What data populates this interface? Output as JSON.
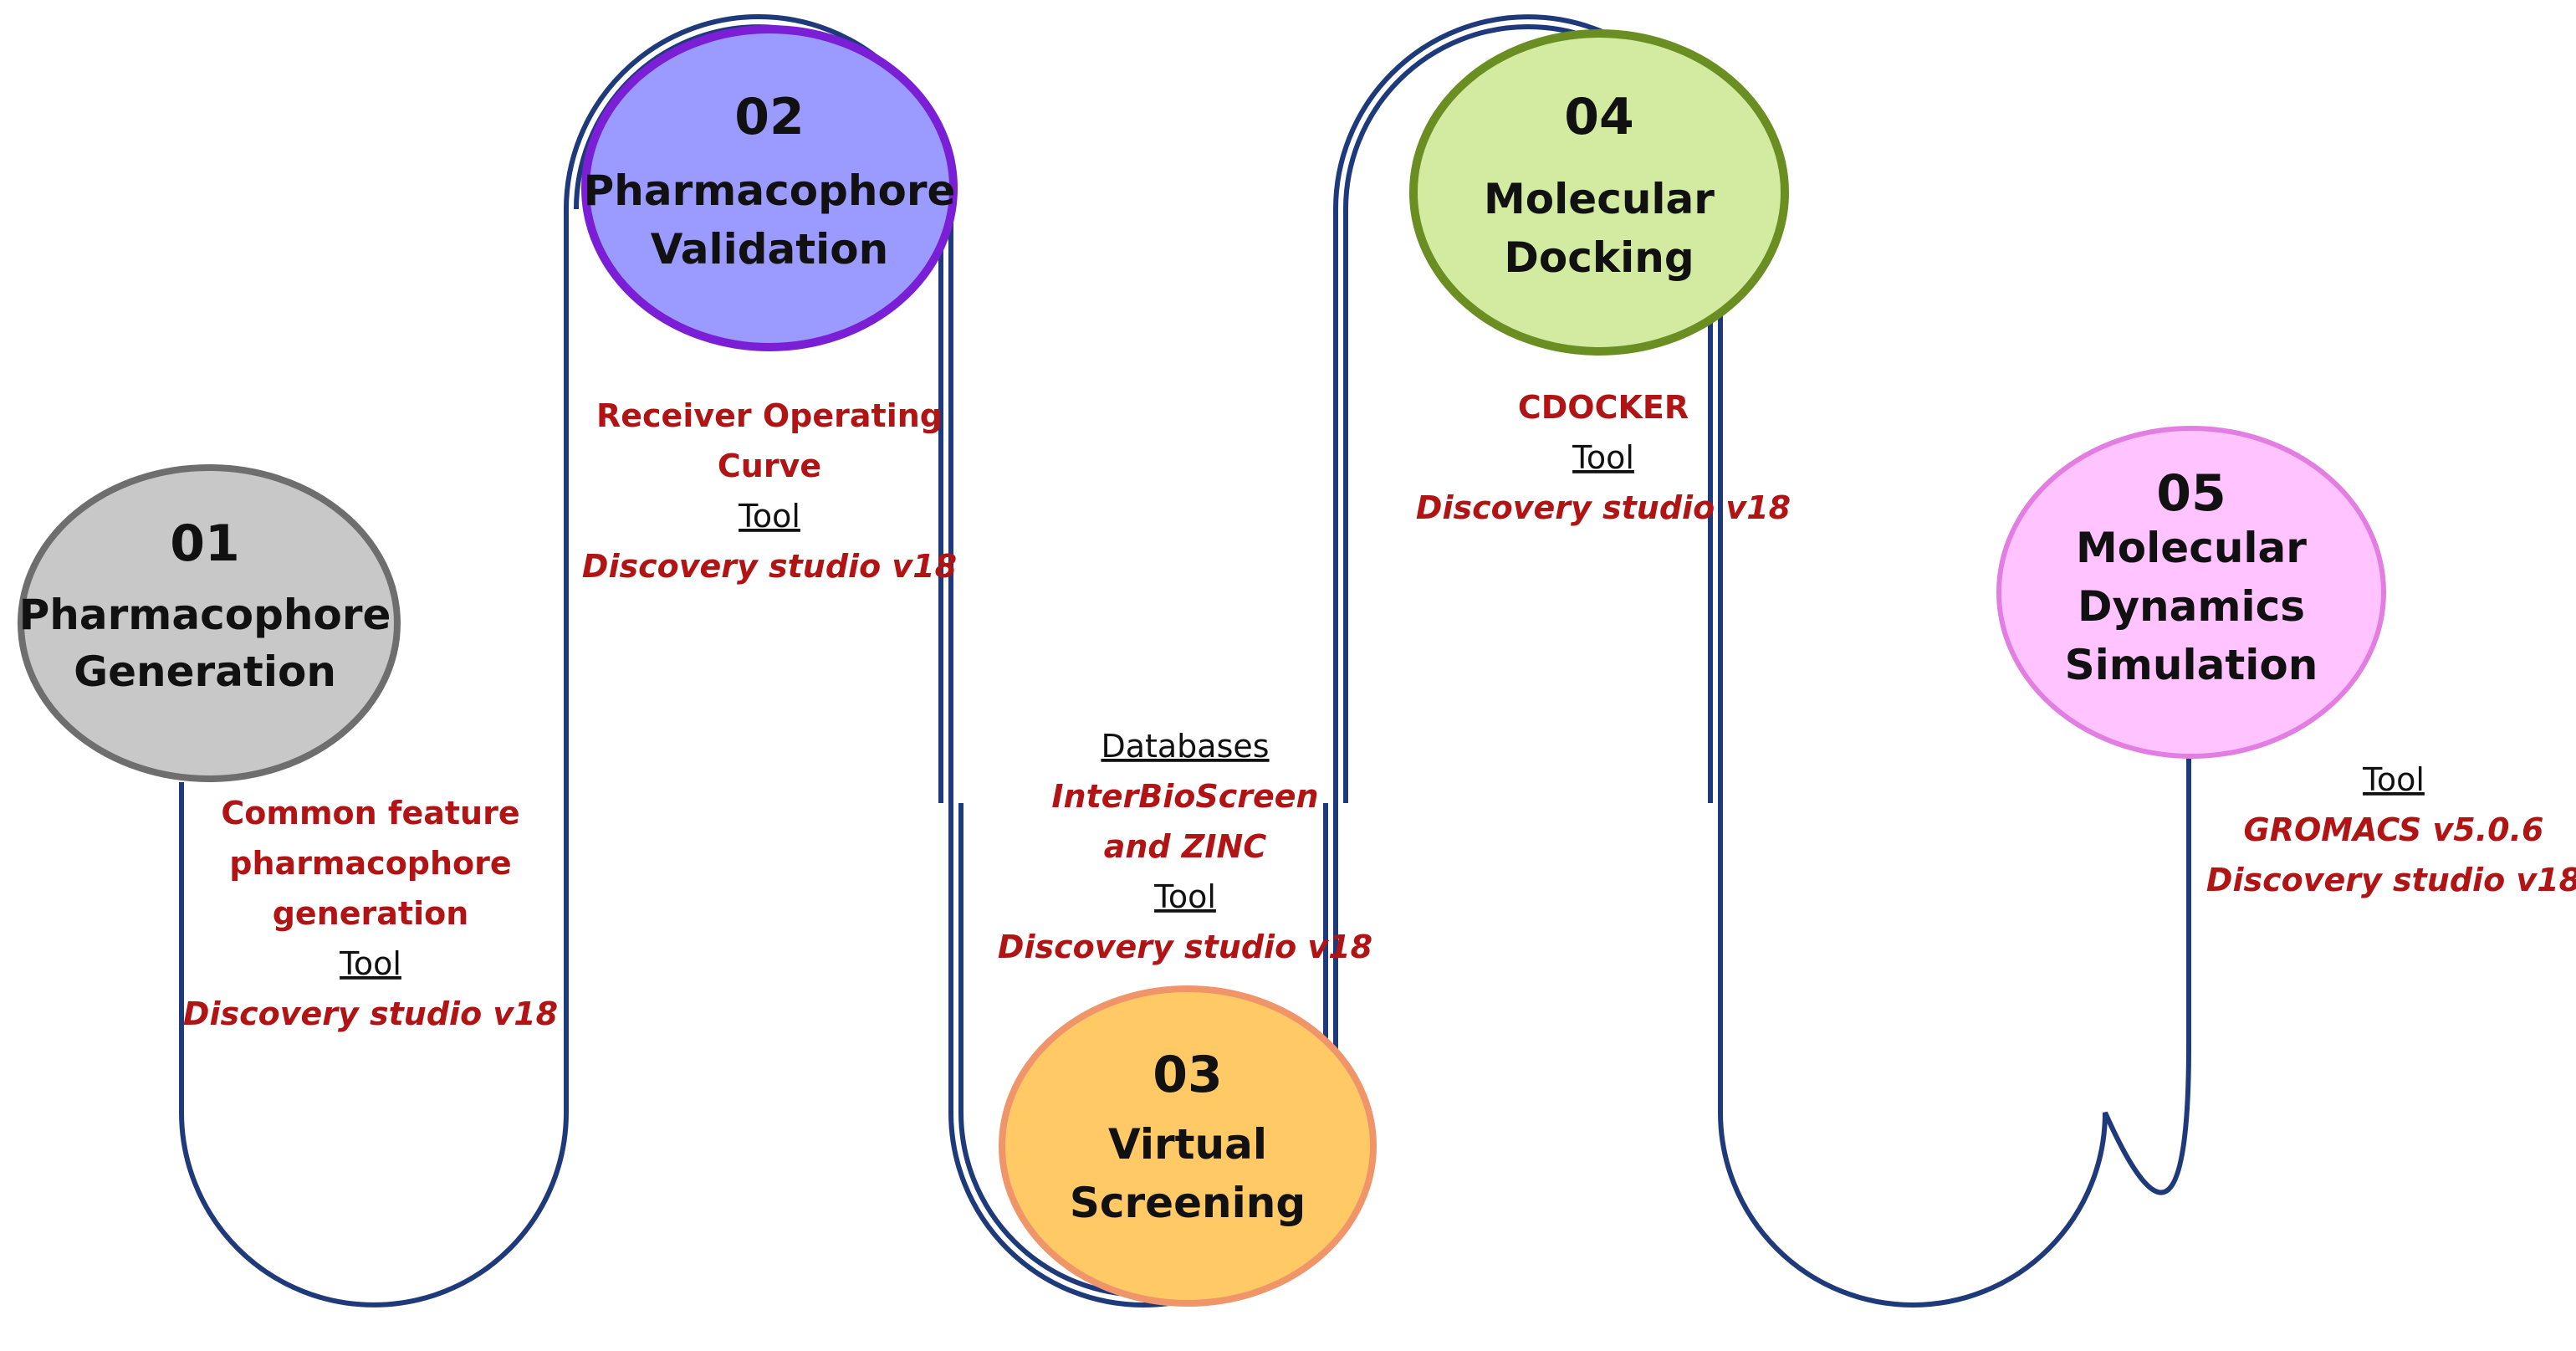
{
  "stages": [
    {
      "number": "01",
      "title_lines": [
        "Pharmacophore",
        "Generation"
      ],
      "fill": "#c8c8c8",
      "stroke": "#6e6e6e",
      "method_lines": [
        "Common feature",
        "pharmacophore",
        "generation"
      ],
      "tool_label": "Tool",
      "tool_lines": [
        "Discovery studio v18"
      ]
    },
    {
      "number": "02",
      "title_lines": [
        "Pharmacophore",
        "Validation"
      ],
      "fill": "#9b9bff",
      "stroke": "#7a1fd6",
      "method_lines": [
        "Receiver Operating",
        "Curve"
      ],
      "tool_label": "Tool",
      "tool_lines": [
        "Discovery studio v18"
      ]
    },
    {
      "number": "03",
      "title_lines": [
        "Virtual",
        "Screening"
      ],
      "fill": "#ffc966",
      "stroke": "#f0956a",
      "databases_label": "Databases",
      "database_lines": [
        "InterBioScreen",
        "and ZINC"
      ],
      "tool_label": "Tool",
      "tool_lines": [
        "Discovery studio v18"
      ]
    },
    {
      "number": "04",
      "title_lines": [
        "Molecular",
        "Docking"
      ],
      "fill": "#d2eba0",
      "stroke": "#6b8e23",
      "method_lines": [
        "CDOCKER"
      ],
      "tool_label": "Tool",
      "tool_lines": [
        "Discovery studio v18"
      ]
    },
    {
      "number": "05",
      "title_lines": [
        "Molecular",
        "Dynamics",
        "Simulation"
      ],
      "fill": "#ffc3ff",
      "stroke": "#e27ee2",
      "tool_label": "Tool",
      "tool_lines": [
        "GROMACS v5.0.6",
        "Discovery studio v18"
      ]
    }
  ],
  "colors": {
    "path": "#1f3a7a",
    "method_text": "#b01414",
    "label_text": "#111111"
  }
}
